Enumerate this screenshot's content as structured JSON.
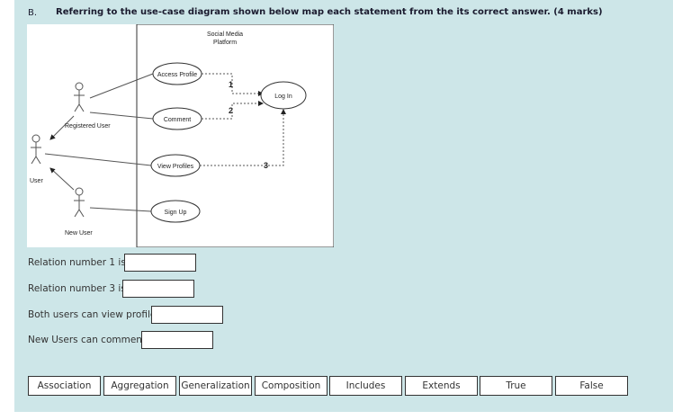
{
  "question": {
    "number": "B.",
    "text": "Referring to the use-case diagram shown below map  each statement from the  its correct answer. (4 marks)"
  },
  "diagram": {
    "system_title_line1": "Social Media",
    "system_title_line2": "Platform",
    "use_cases": {
      "access_profile": "Access Profile",
      "comment": "Comment",
      "view_profiles": "View Profiles",
      "sign_up": "Sign Up",
      "log_in": "Log In"
    },
    "actors": {
      "registered_user": "Registered User",
      "user": "User",
      "new_user": "New User"
    },
    "relation_labels": {
      "r1": "1",
      "r2": "2",
      "r3": "3"
    }
  },
  "statements": [
    {
      "label": "Relation number 1 is:"
    },
    {
      "label": "Relation number 3 is"
    },
    {
      "label": "Both users can view profiles"
    },
    {
      "label": "New Users can comment"
    }
  ],
  "options": [
    "Association",
    "Aggregation",
    "Generalization",
    "Composition",
    "Includes",
    "Extends",
    "True",
    "False"
  ]
}
